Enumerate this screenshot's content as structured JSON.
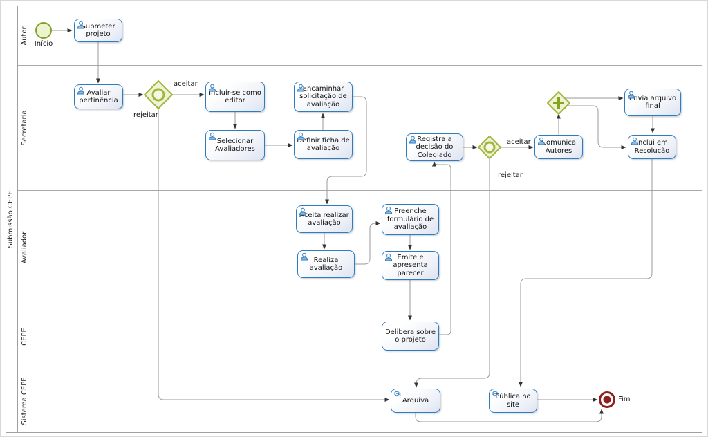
{
  "pool": {
    "label": "Submissão CEPE"
  },
  "lanes": [
    {
      "name": "Autor"
    },
    {
      "name": "Secretaria"
    },
    {
      "name": "Avaliador"
    },
    {
      "name": "CEPE"
    },
    {
      "name": "Sistema CEPE"
    }
  ],
  "events": {
    "start": "Início",
    "end": "Fim"
  },
  "nodes": {
    "submeter": "Submeter projeto",
    "avaliar": "Avaliar pertinência",
    "incluir": "Incluir-se como editor",
    "selecionar": "Selecionar Avaliadores",
    "encaminhar": "Encaminhar solicitação de avaliação",
    "definir": "Definir ficha de avaliação",
    "registra": "Registra a decisão do Colegiado",
    "comunica": "Comunica Autores",
    "envia": "Envia arquivo final",
    "inclui": "Inclui em Resolução",
    "aceita": "Aceita realizar avaliação",
    "realiza": "Realiza avaliação",
    "preenche": "Preenche formulário de avaliação",
    "emite": "Emite e apresenta parecer",
    "delibera": "Delibera sobre o projeto",
    "arquiva": "Arquiva",
    "publica": "Pública no site"
  },
  "flow_labels": {
    "gw1_accept": "aceitar",
    "gw1_reject": "rejeitar",
    "gw2_accept": "aceitar",
    "gw2_reject": "rejeitar"
  },
  "icons": {
    "user": "user-task-icon",
    "service": "gear-service-icon"
  },
  "colors": {
    "task_border": "#2e7cbe",
    "gateway": "#a3b53e",
    "gateway_fill": "#eff3d6",
    "start_border": "#7fa32a",
    "start_fill": "#eef3cf",
    "end_color": "#8e1f1c",
    "line": "#9a9a9a"
  }
}
